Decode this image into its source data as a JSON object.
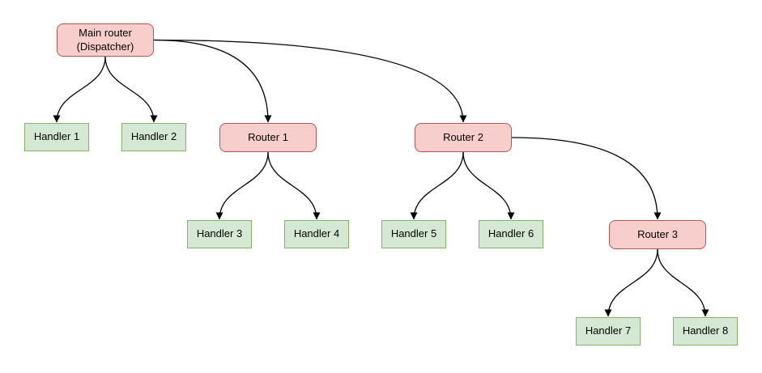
{
  "diagram": {
    "type": "tree-diagram",
    "background": "#ffffff",
    "palette": {
      "router_fill": "#f8cecc",
      "router_border": "#b85450",
      "handler_fill": "#d5e8d4",
      "handler_border": "#82b366",
      "edge_color": "#000000",
      "text_color": "#000000"
    },
    "nodes": [
      {
        "id": "main",
        "kind": "router",
        "label": "Main router\n(Dispatcher)"
      },
      {
        "id": "handler1",
        "kind": "handler",
        "label": "Handler 1"
      },
      {
        "id": "handler2",
        "kind": "handler",
        "label": "Handler 2"
      },
      {
        "id": "router1",
        "kind": "router",
        "label": "Router 1"
      },
      {
        "id": "router2",
        "kind": "router",
        "label": "Router 2"
      },
      {
        "id": "handler3",
        "kind": "handler",
        "label": "Handler 3"
      },
      {
        "id": "handler4",
        "kind": "handler",
        "label": "Handler 4"
      },
      {
        "id": "handler5",
        "kind": "handler",
        "label": "Handler 5"
      },
      {
        "id": "handler6",
        "kind": "handler",
        "label": "Handler 6"
      },
      {
        "id": "router3",
        "kind": "router",
        "label": "Router 3"
      },
      {
        "id": "handler7",
        "kind": "handler",
        "label": "Handler 7"
      },
      {
        "id": "handler8",
        "kind": "handler",
        "label": "Handler 8"
      }
    ],
    "edges": [
      {
        "from": "main",
        "to": "handler1",
        "route": "down"
      },
      {
        "from": "main",
        "to": "handler2",
        "route": "down"
      },
      {
        "from": "main",
        "to": "router1",
        "route": "side"
      },
      {
        "from": "main",
        "to": "router2",
        "route": "side"
      },
      {
        "from": "router1",
        "to": "handler3",
        "route": "down"
      },
      {
        "from": "router1",
        "to": "handler4",
        "route": "down"
      },
      {
        "from": "router2",
        "to": "handler5",
        "route": "down"
      },
      {
        "from": "router2",
        "to": "handler6",
        "route": "down"
      },
      {
        "from": "router2",
        "to": "router3",
        "route": "side"
      },
      {
        "from": "router3",
        "to": "handler7",
        "route": "down"
      },
      {
        "from": "router3",
        "to": "handler8",
        "route": "down"
      }
    ]
  }
}
